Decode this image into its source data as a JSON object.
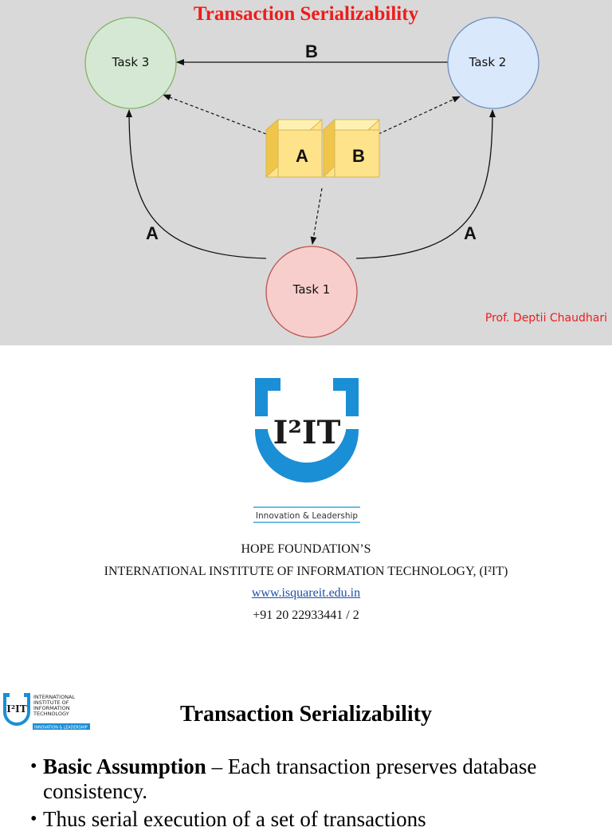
{
  "slide1": {
    "title": "Transaction Serializability",
    "nodes": {
      "task1": "Task 1",
      "task2": "Task 2",
      "task3": "Task 3"
    },
    "edges": {
      "top_label": "B",
      "left_label": "A",
      "right_label": "A"
    },
    "boxes": {
      "box_a": "A",
      "box_b": "B"
    },
    "author": "Prof. Deptii Chaudhari",
    "colors": {
      "title": "#ee1c1c",
      "task1_fill": "#f8cecc",
      "task2_fill": "#dae8fc",
      "task3_fill": "#d5e8d4",
      "box_fill": "#ffe38a"
    }
  },
  "slide2": {
    "logo_text": "I²IT",
    "logo_tagline": "Innovation & Leadership",
    "foundation": "HOPE FOUNDATION’S",
    "institute": "INTERNATIONAL INSTITUTE OF INFORMATION TECHNOLOGY, (I²IT)",
    "website": "www.isquareit.edu.in",
    "phone": "+91 20 22933441 / 2",
    "colors": {
      "logo_blue": "#1a8fd6",
      "logo_dark": "#1a1a1a"
    }
  },
  "slide3": {
    "logo_lines": [
      "INTERNATIONAL",
      "INSTITUTE OF",
      "INFORMATION",
      "TECHNOLOGY",
      "INNOVATION & LEADERSHIP"
    ],
    "logo_text": "I²IT",
    "title": "Transaction Serializability",
    "bullet1_bold": "Basic Assumption",
    "bullet1_rest": " – Each transaction preserves database consistency.",
    "bullet2_partial": "Thus serial execution of a set of transactions"
  }
}
